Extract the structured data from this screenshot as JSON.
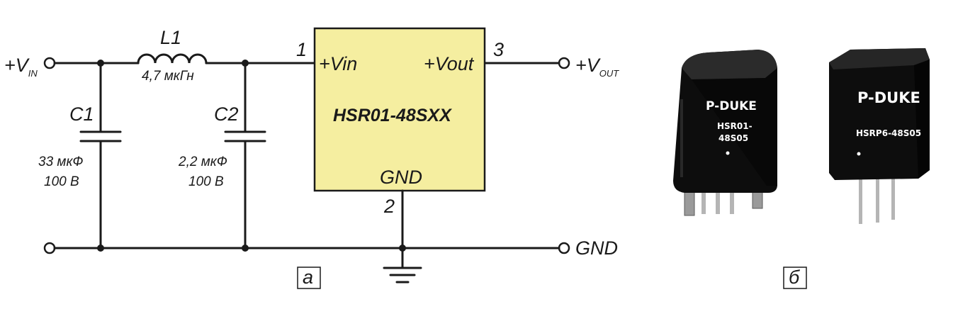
{
  "circuit": {
    "vin": {
      "prefix": "+V",
      "sub": "IN"
    },
    "vout": {
      "prefix": "+V",
      "sub": "OUT"
    },
    "gnd_out": "GND",
    "l1": {
      "name": "L1",
      "value": "4,7 мкГн"
    },
    "c1": {
      "name": "C1",
      "value": "33 мкФ",
      "voltage": "100 В"
    },
    "c2": {
      "name": "C2",
      "value": "2,2 мкФ",
      "voltage": "100 В"
    },
    "ic": {
      "name": "HSR01-48SXX",
      "pin_vin": "+Vin",
      "pin_vout": "+Vout",
      "pin_gnd": "GND",
      "pin1": "1",
      "pin2": "2",
      "pin3": "3",
      "fill": "#f5eea0"
    },
    "panel_label": "а"
  },
  "photo": {
    "module1": {
      "brand": "P-DUKE",
      "line1": "HSR01-",
      "line2": "48S05"
    },
    "module2": {
      "brand": "P-DUKE",
      "line1": "HSRP6-48S05"
    },
    "panel_label": "б"
  }
}
